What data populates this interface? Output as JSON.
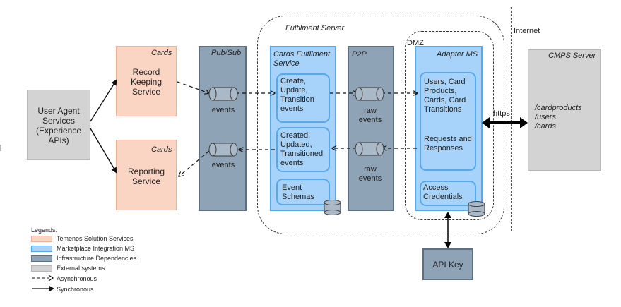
{
  "fulfilment_server": {
    "title": "Fulfilment Server"
  },
  "dmz": {
    "title": "DMZ"
  },
  "internet": {
    "title": "Internet"
  },
  "user_agent": {
    "label": "User Agent Services (Experience APIs)"
  },
  "cards_rk": {
    "tag": "Cards",
    "label": "Record Keeping Service"
  },
  "cards_rep": {
    "tag": "Cards",
    "label": "Reporting Service"
  },
  "pubsub": {
    "title": "Pub/Sub",
    "queue1": "events",
    "queue2": "events"
  },
  "cfs": {
    "title": "Cards Fulfilment Service",
    "box1": "Create, Update, Transition events",
    "box2": "Created, Updated, Transitioned events",
    "box3": "Event Schemas"
  },
  "p2p": {
    "title": "P2P",
    "queue1": "raw events",
    "queue2": "raw events"
  },
  "adapter": {
    "title": "Adapter MS",
    "box1": "Users, Card Products, Cards, Card Transitions",
    "box1b": "Requests and Responses",
    "box2": "Access Credentials"
  },
  "https_label": "https",
  "cmps": {
    "title": "CMPS Server",
    "endpoints": "/cardproducts\n/users\n/cards"
  },
  "api_key": {
    "label": "API Key"
  },
  "legend": {
    "title": "Legends:",
    "items": [
      {
        "label": "Temenos  Solution Services",
        "color": "#fbd5c3"
      },
      {
        "label": "Marketplace Integration  MS",
        "color": "#a7d3fa"
      },
      {
        "label": "Infrastructure  Dependencies",
        "color": "#8ea3b6"
      },
      {
        "label": "External systems",
        "color": "#d3d3d3"
      },
      {
        "label": "Asynchronous",
        "icon": "dashed-arrow-icon"
      },
      {
        "label": "Synchronous",
        "icon": "solid-arrow-icon"
      }
    ]
  }
}
